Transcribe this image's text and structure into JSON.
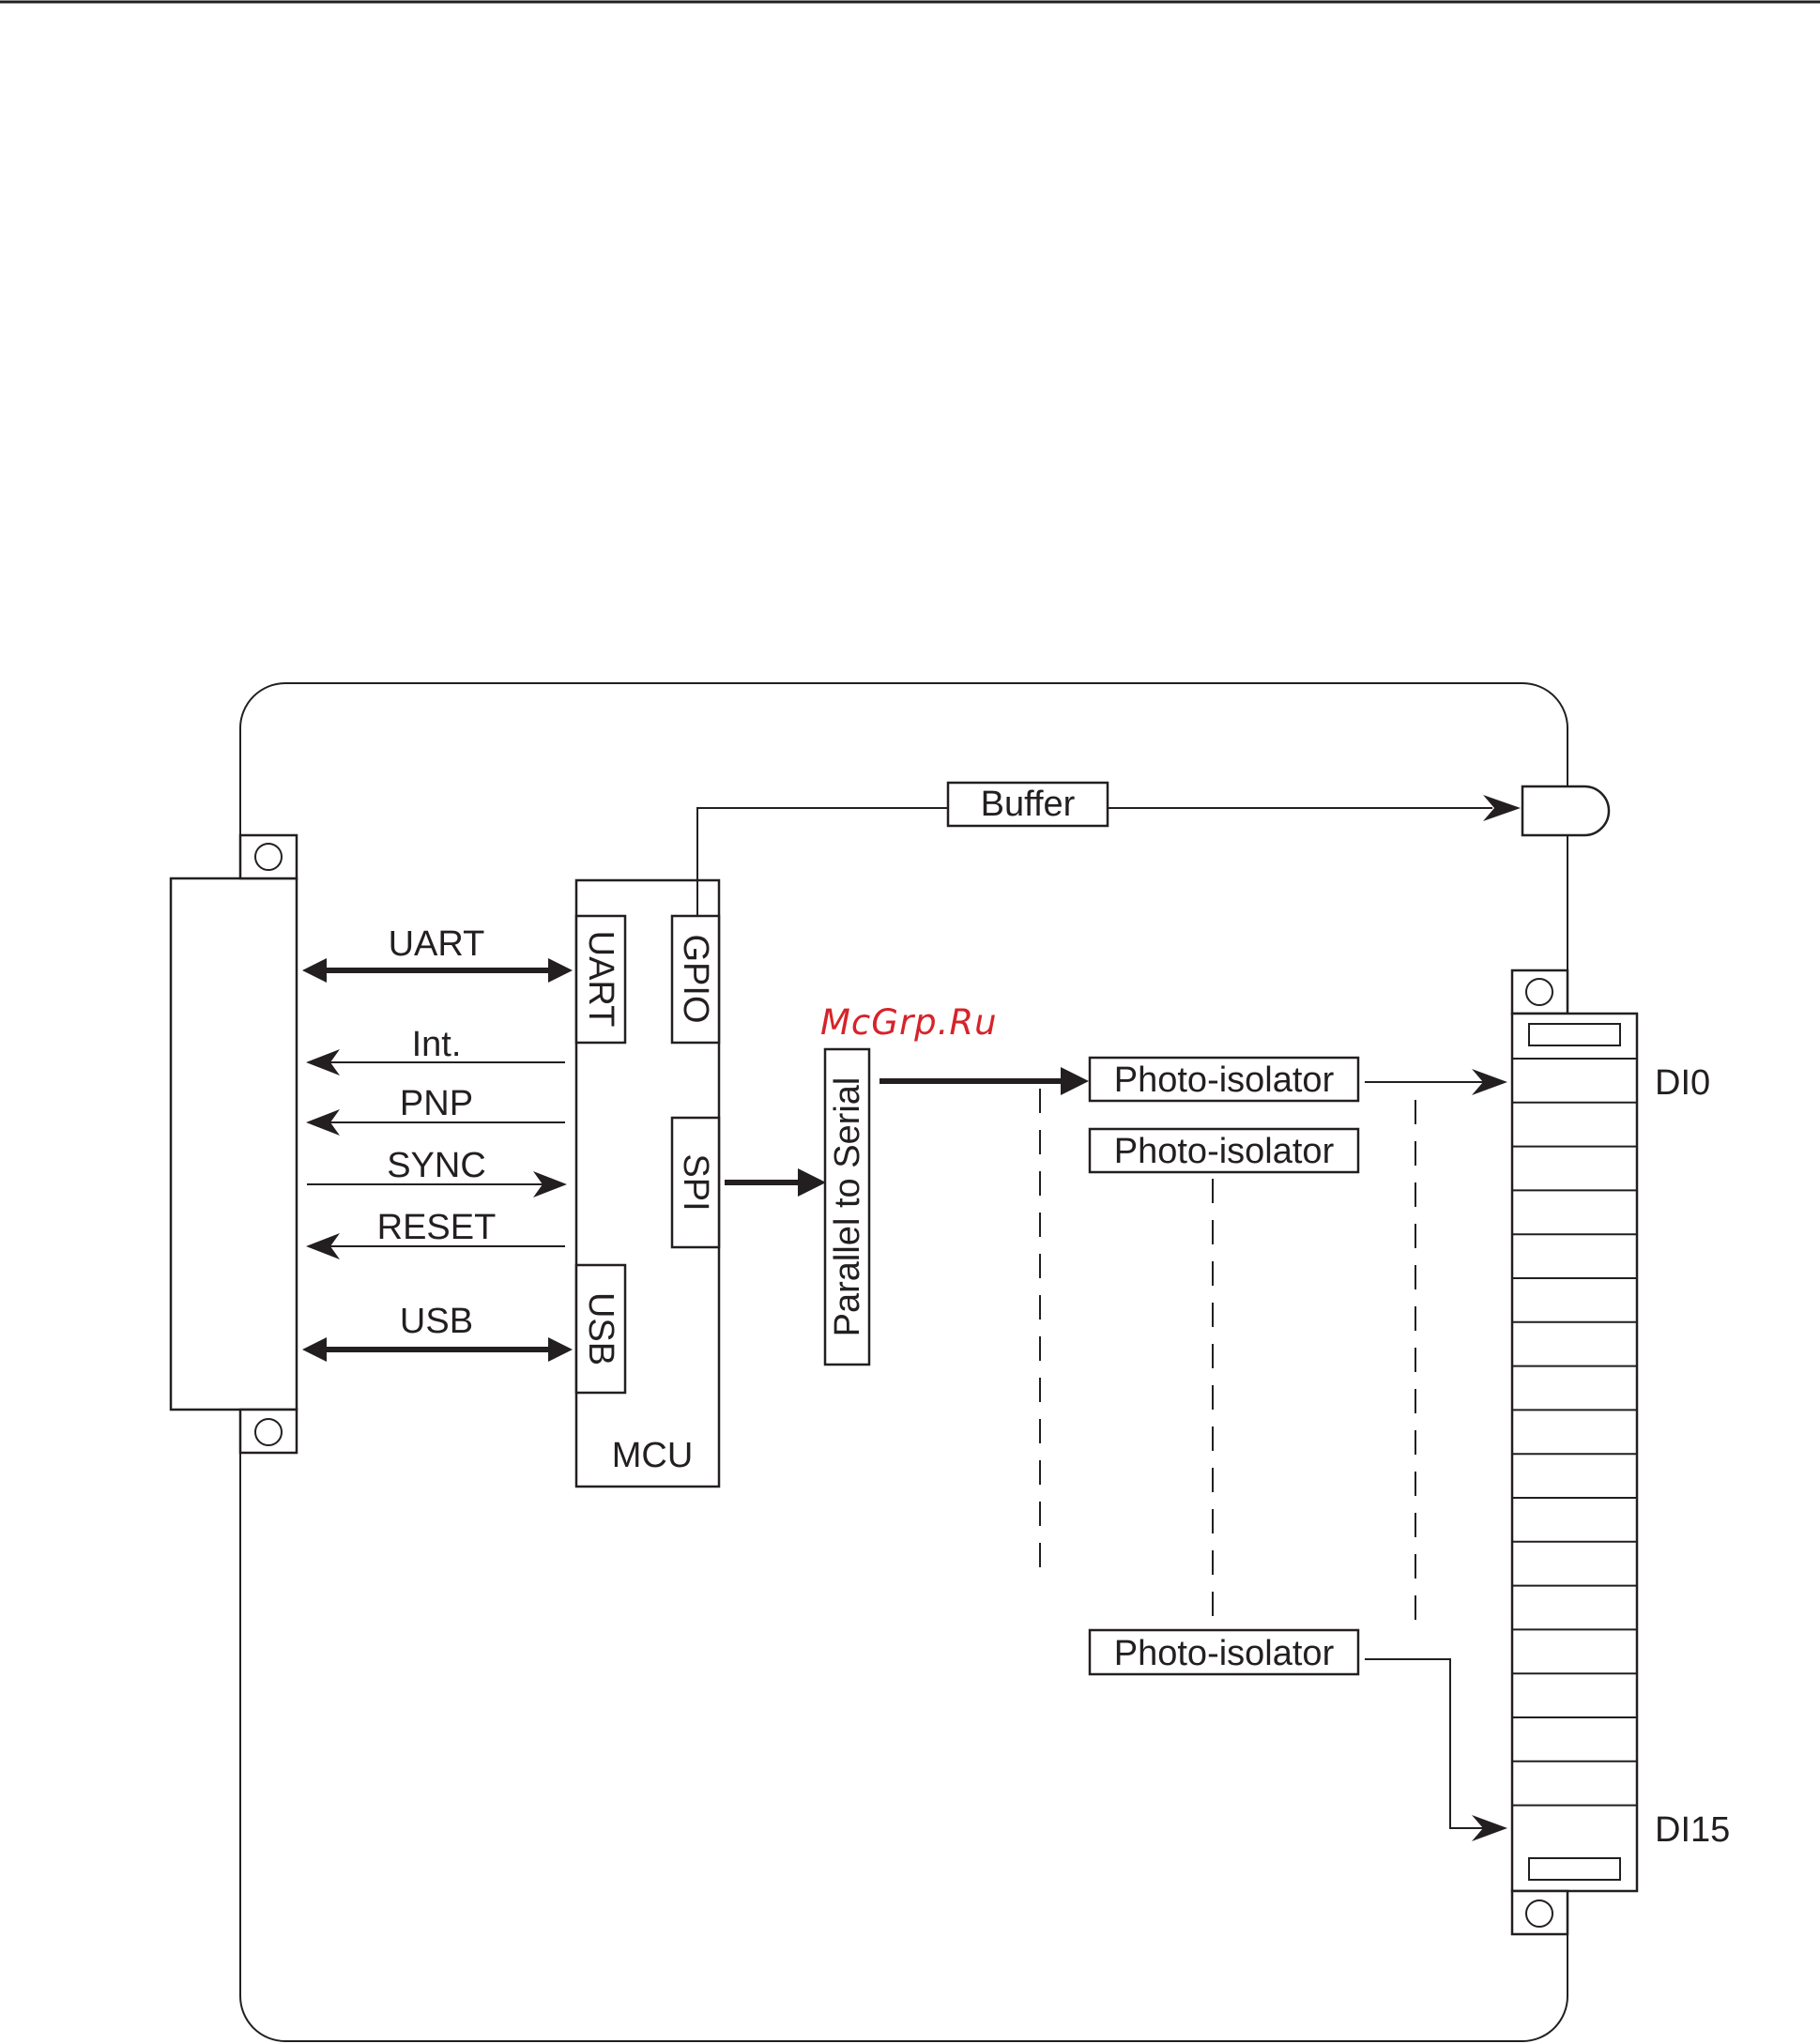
{
  "watermark": "McGrp.Ru",
  "blocks": {
    "buffer": "Buffer",
    "mcu": "MCU",
    "mcu_uart": "UART",
    "mcu_gpio": "GPIO",
    "mcu_spi": "SPI",
    "mcu_usb": "USB",
    "parallel_to_serial": "Parallel to Serial",
    "photo_isolator_1": "Photo-isolator",
    "photo_isolator_2": "Photo-isolator",
    "photo_isolator_3": "Photo-isolator"
  },
  "signals": {
    "uart": "UART",
    "int": "Int.",
    "pnp": "PNP",
    "sync": "SYNC",
    "reset": "RESET",
    "usb": "USB"
  },
  "terminals": {
    "first": "DI0",
    "last": "DI15"
  }
}
